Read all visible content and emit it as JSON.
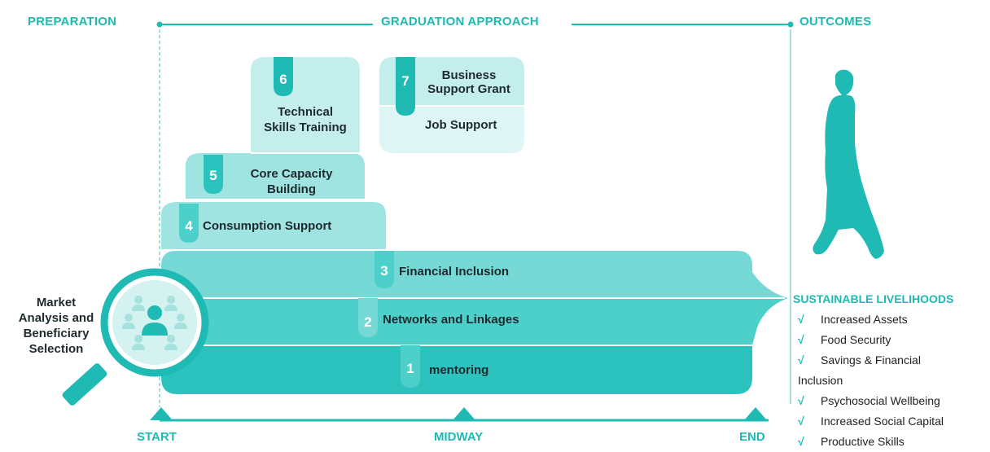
{
  "headers": {
    "preparation": "PREPARATION",
    "graduation": "GRADUATION APPROACH",
    "outcomes": "OUTCOMES"
  },
  "axis": {
    "start": "START",
    "midway": "MIDWAY",
    "end": "END"
  },
  "selection_label": [
    "Market",
    "Analysis and",
    "Beneficiary",
    "Selection"
  ],
  "steps": [
    {
      "num": "1",
      "label": "mentoring"
    },
    {
      "num": "2",
      "label": "Networks and Linkages"
    },
    {
      "num": "3",
      "label": "Financial Inclusion"
    },
    {
      "num": "4",
      "label": "Consumption Support"
    },
    {
      "num": "5",
      "label_line1": "Core Capacity",
      "label_line2": "Building"
    },
    {
      "num": "6",
      "label_line1": "Technical",
      "label_line2": "Skills Training"
    },
    {
      "num": "7",
      "label_line1": "Business",
      "label_line2": "Support Grant",
      "sub_label": "Job Support"
    }
  ],
  "outcomes": {
    "title": "SUSTAINABLE LIVELIHOODS",
    "check": "√",
    "items": [
      "Increased Assets",
      "Food Security",
      "Savings & Financial",
      "Inclusion",
      "Psychosocial Wellbeing",
      "Increased Social Capital",
      "Productive Skills"
    ]
  },
  "colors": {
    "teal_dark": "#2cc3be",
    "teal_mid": "#4dcfca",
    "teal_light": "#77d9d5",
    "teal_pale": "#9fe4e0",
    "teal_paler": "#c4eeec",
    "teal_palest": "#def6f5",
    "accent": "#1fbab4",
    "text": "#1f2a2e"
  }
}
